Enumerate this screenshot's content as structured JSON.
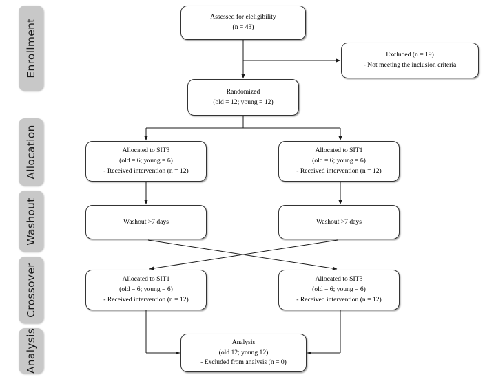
{
  "figure": {
    "type": "consort-flow-diagram",
    "background_color": "#ffffff",
    "band_color": "#c8c8c8",
    "box_border_color": "#333333",
    "connector_color": "#1a1a1a"
  },
  "phases": [
    {
      "id": "enrollment",
      "label": "Enrollment"
    },
    {
      "id": "allocation",
      "label": "Allocation"
    },
    {
      "id": "washout",
      "label": "Washout"
    },
    {
      "id": "crossover",
      "label": "Crossover"
    },
    {
      "id": "analysis",
      "label": "Analysis"
    }
  ],
  "nodes": {
    "assessed": {
      "name": "assessed-for-eligibility-box",
      "lines": [
        "Assessed for  eleligibility",
        "(n = 43)"
      ]
    },
    "excluded": {
      "name": "excluded-box",
      "lines": [
        "Excluded  (n = 19)",
        "- Not meeting  the inclusion  criteria"
      ]
    },
    "randomized": {
      "name": "randomized-box",
      "lines": [
        "Randomized",
        "(old = 12; young  = 12)"
      ]
    },
    "alloc_left": {
      "name": "allocated-sit3-box",
      "lines": [
        "Allocated  to SIT3",
        "(old = 6; young  = 6)",
        "- Received  intervention  (n = 12)"
      ]
    },
    "alloc_right": {
      "name": "allocated-sit1-box",
      "lines": [
        "Allocated  to SIT1",
        "(old = 6; young  = 6)",
        "- Received  intervention  (n = 12)"
      ]
    },
    "washout_left": {
      "name": "washout-left-box",
      "lines": [
        "Washout  >7 days"
      ]
    },
    "washout_right": {
      "name": "washout-right-box",
      "lines": [
        "Washout  >7 days"
      ]
    },
    "cross_left": {
      "name": "crossover-sit1-box",
      "lines": [
        "Allocated  to SIT1",
        "(old = 6; young  = 6)",
        "- Received  intervention  (n = 12)"
      ]
    },
    "cross_right": {
      "name": "crossover-sit3-box",
      "lines": [
        "Allocated  to SIT3",
        "(old = 6; young  = 6)",
        "- Received  intervention  (n = 12)"
      ]
    },
    "analysis": {
      "name": "analysis-box",
      "lines": [
        "Analysis",
        "(old 12; young  12)",
        "- Excluded  from  analysis  (n = 0)"
      ]
    }
  }
}
